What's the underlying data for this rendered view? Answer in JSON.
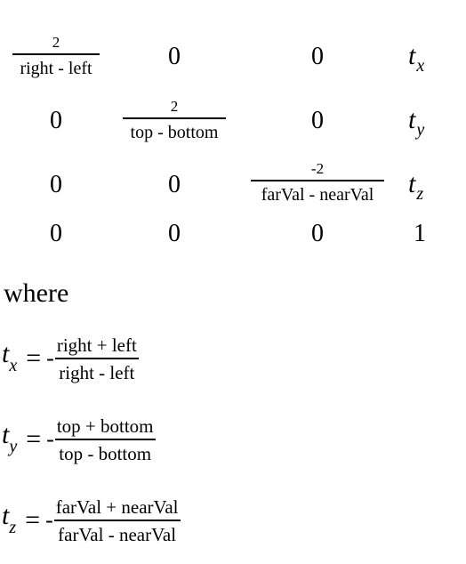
{
  "matrix": {
    "r1": {
      "c1_num": "2",
      "c1_den": "right - left",
      "c2": "0",
      "c3": "0",
      "c4_var": "t",
      "c4_sub": "x"
    },
    "r2": {
      "c1": "0",
      "c2_num": "2",
      "c2_den": "top - bottom",
      "c3": "0",
      "c4_var": "t",
      "c4_sub": "y"
    },
    "r3": {
      "c1": "0",
      "c2": "0",
      "c3_num": "-2",
      "c3_den": "farVal - nearVal",
      "c4_var": "t",
      "c4_sub": "z"
    },
    "r4": {
      "c1": "0",
      "c2": "0",
      "c3": "0",
      "c4": "1"
    }
  },
  "where_label": "where",
  "equations": [
    {
      "var": "t",
      "sub": "x",
      "op": "=",
      "minus": "-",
      "num": "right + left",
      "den": "right - left"
    },
    {
      "var": "t",
      "sub": "y",
      "op": "=",
      "minus": "-",
      "num": "top + bottom",
      "den": "top - bottom"
    },
    {
      "var": "t",
      "sub": "z",
      "op": "=",
      "minus": "-",
      "num": "farVal + nearVal",
      "den": "farVal - nearVal"
    }
  ]
}
